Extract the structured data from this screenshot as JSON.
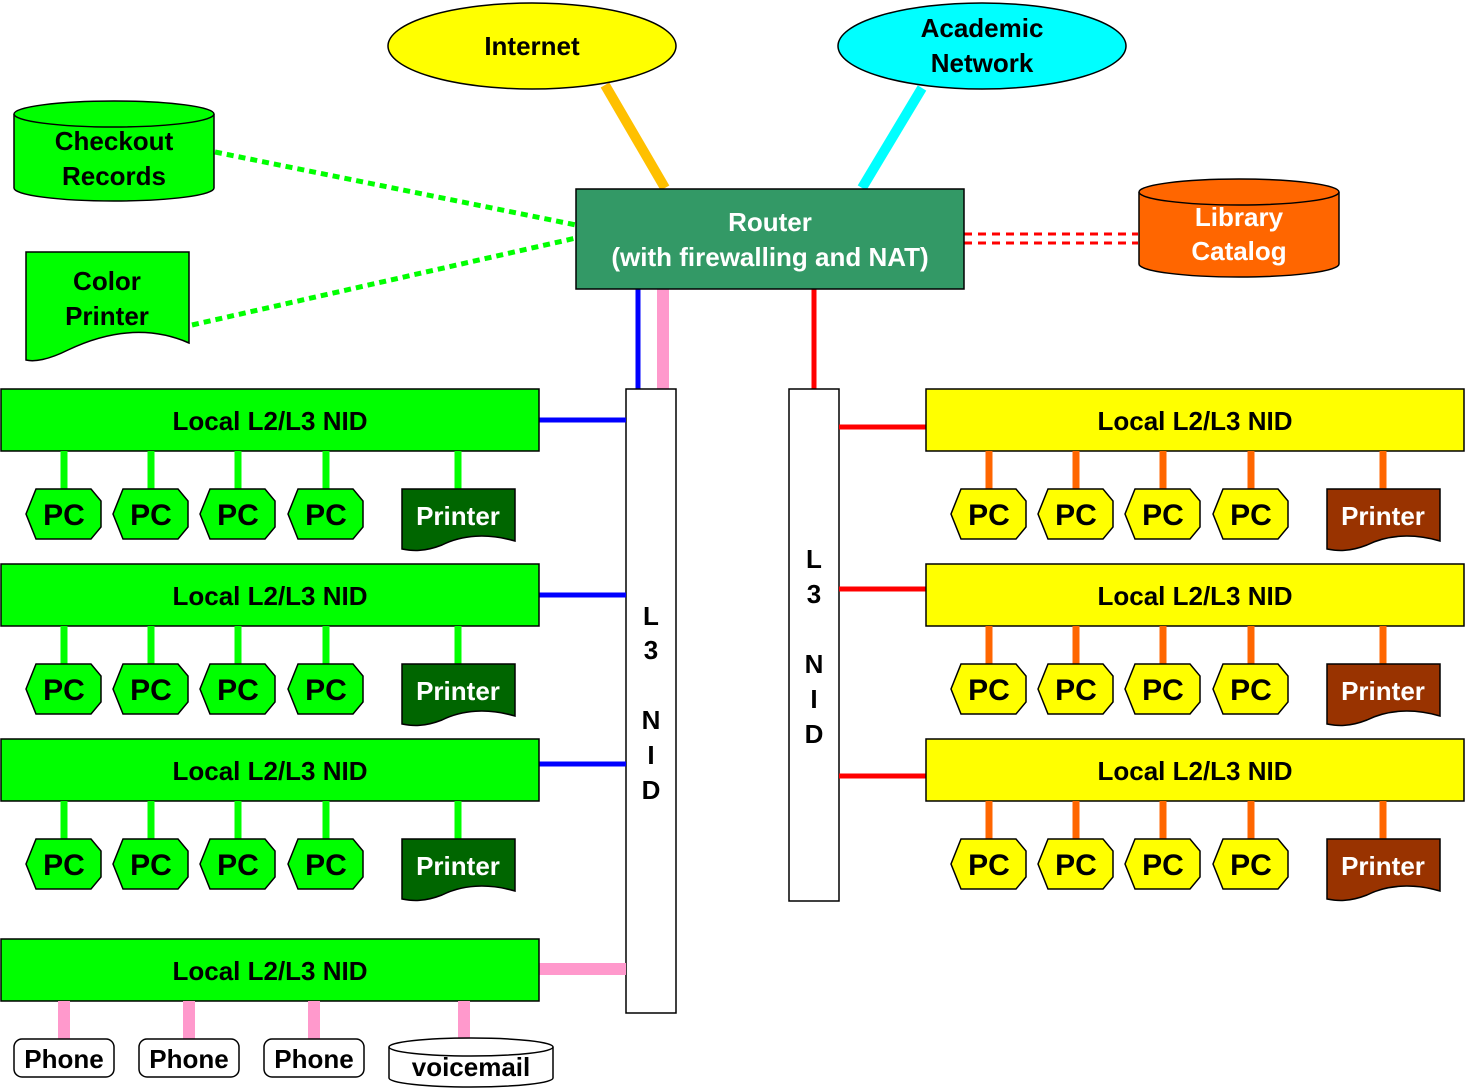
{
  "clouds": {
    "internet": "Internet",
    "academic_line1": "Academic",
    "academic_line2": "Network"
  },
  "router": {
    "line1": "Router",
    "line2": "(with firewalling and NAT)"
  },
  "databases": {
    "checkout_line1": "Checkout",
    "checkout_line2": "Records",
    "catalog_line1": "Library",
    "catalog_line2": "Catalog"
  },
  "color_printer": {
    "line1": "Color",
    "line2": "Printer"
  },
  "l3_nid_letters": [
    "L",
    "3",
    "",
    "N",
    "I",
    "D"
  ],
  "nid_label": "Local L2/L3 NID",
  "pc_label": "PC",
  "printer_label": "Printer",
  "phone_label": "Phone",
  "voicemail_label": "voicemail",
  "colors": {
    "green": "#00ff00",
    "yellow": "#ffff00",
    "dark_green_printer": "#006600",
    "brown_printer": "#993300",
    "orange_db": "#ff6600",
    "router": "#339966",
    "cyan": "#00ffff",
    "blue_link": "#0000ff",
    "pink_link": "#ff99cc",
    "red_link": "#ff0000",
    "orange_link": "#ff6600",
    "internet_link": "#ffc000"
  }
}
